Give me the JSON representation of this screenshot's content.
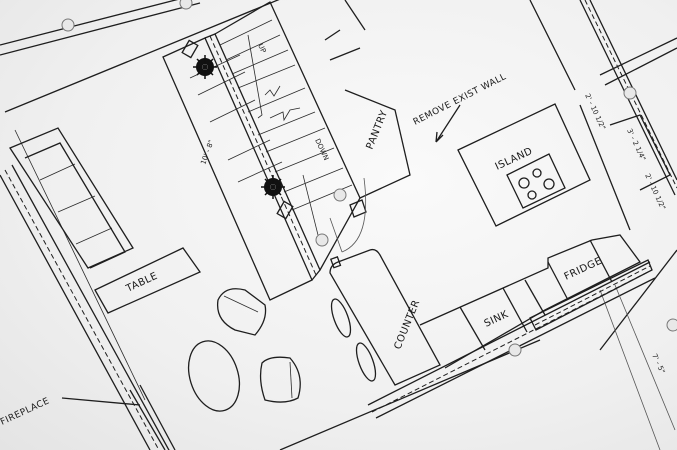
{
  "labels": {
    "table": "TABLE",
    "pantry": "PANTRY",
    "island": "ISLAND",
    "counter": "COUNTER",
    "sink": "SINK",
    "fridge": "FRIDGE",
    "fireplace": "FIREPLACE",
    "note": "REMOVE EXIST WALL",
    "stair_up": "UP",
    "stair_down": "DOWN"
  },
  "dimensions": {
    "stair_length": "10' - 8\"",
    "right_1": "2' - 10 1/2\"",
    "right_2": "3' - 2 1/4\"",
    "right_3": "2' - 10 1/2\"",
    "right_lower": "7' - 5\""
  },
  "colors": {
    "line": "#1e1e1e",
    "paper": "#f3f3f3"
  }
}
